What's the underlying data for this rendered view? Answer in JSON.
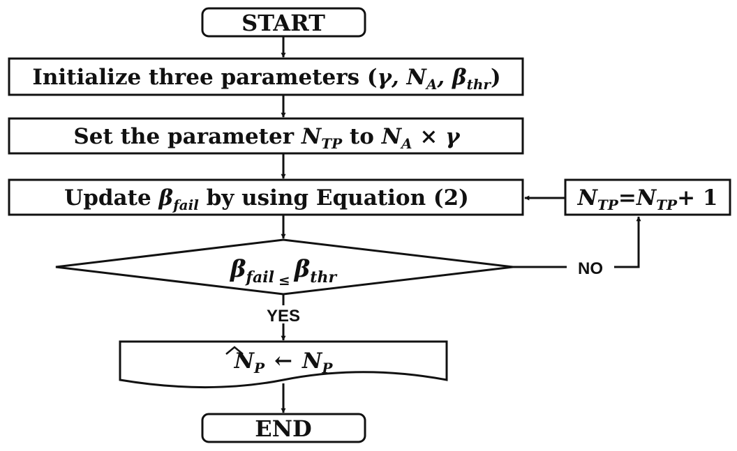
{
  "flowchart": {
    "start": {
      "label": "START"
    },
    "init": {
      "prefix": "Initialize three parameters (",
      "gamma": "γ",
      "sep1": ", ",
      "na": "N",
      "na_sub": "A",
      "sep2": ", ",
      "beta": "β",
      "beta_sub": "thr",
      "close": ")"
    },
    "set_param": {
      "prefix": "Set the parameter ",
      "ntp": "N",
      "ntp_sub": "TP",
      "mid": " to ",
      "na": "N",
      "na_sub": "A",
      "times": " × ",
      "gamma": "γ"
    },
    "update": {
      "prefix": "Update ",
      "beta": "β",
      "beta_sub": "fail",
      "suffix": " by using Equation (2)"
    },
    "increment": {
      "lhs": "N",
      "lhs_sub": "TP",
      "eq": "=",
      "rhs": "N",
      "rhs_sub": "TP",
      "plus": "+ 1"
    },
    "decision": {
      "lhs": "β",
      "lhs_sub": "fail",
      "op": "≤",
      "rhs": "β",
      "rhs_sub": "thr"
    },
    "no_label": "NO",
    "yes_label": "YES",
    "output": {
      "lhs": "N",
      "lhs_sub": "P",
      "arrow": "←",
      "rhs": "N",
      "rhs_sub": "P"
    },
    "end": {
      "label": "END"
    }
  }
}
